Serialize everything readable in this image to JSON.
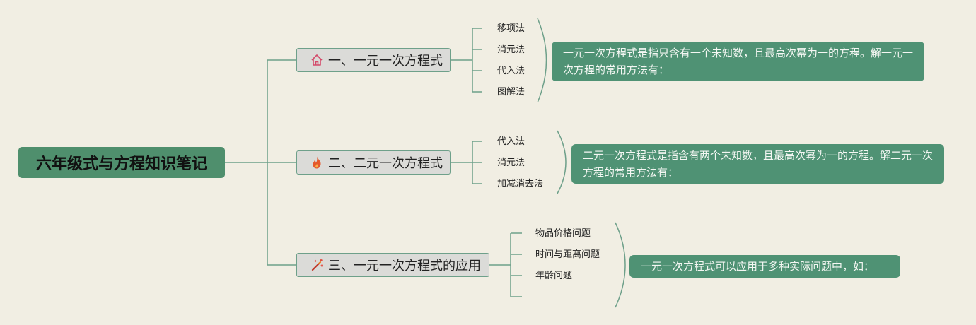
{
  "root": {
    "title": "六年级式与方程知识笔记"
  },
  "topics": [
    {
      "label": "一、一元一次方程式",
      "icon": "house-icon",
      "leaves": [
        "移项法",
        "消元法",
        "代入法",
        "图解法"
      ],
      "note": "一元一次方程式是指只含有一个未知数，且最高次幂为一的方程。解一元一次方程的常用方法有："
    },
    {
      "label": "二、二元一次方程式",
      "icon": "flame-icon",
      "leaves": [
        "代入法",
        "消元法",
        "加减消去法"
      ],
      "note": "二元一次方程式是指含有两个未知数，且最高次幂为一的方程。解二元一次方程的常用方法有："
    },
    {
      "label": "三、一元一次方程式的应用",
      "icon": "magic-wand-icon",
      "leaves": [
        "物品价格问题",
        "时间与距离问题",
        "年龄问题",
        ""
      ],
      "note": "一元一次方程式可以应用于多种实际问题中，如："
    }
  ],
  "colors": {
    "line": "#6ea08a",
    "root": "#4f8f6d",
    "note": "#4f9274",
    "background": "#f1eee3"
  }
}
